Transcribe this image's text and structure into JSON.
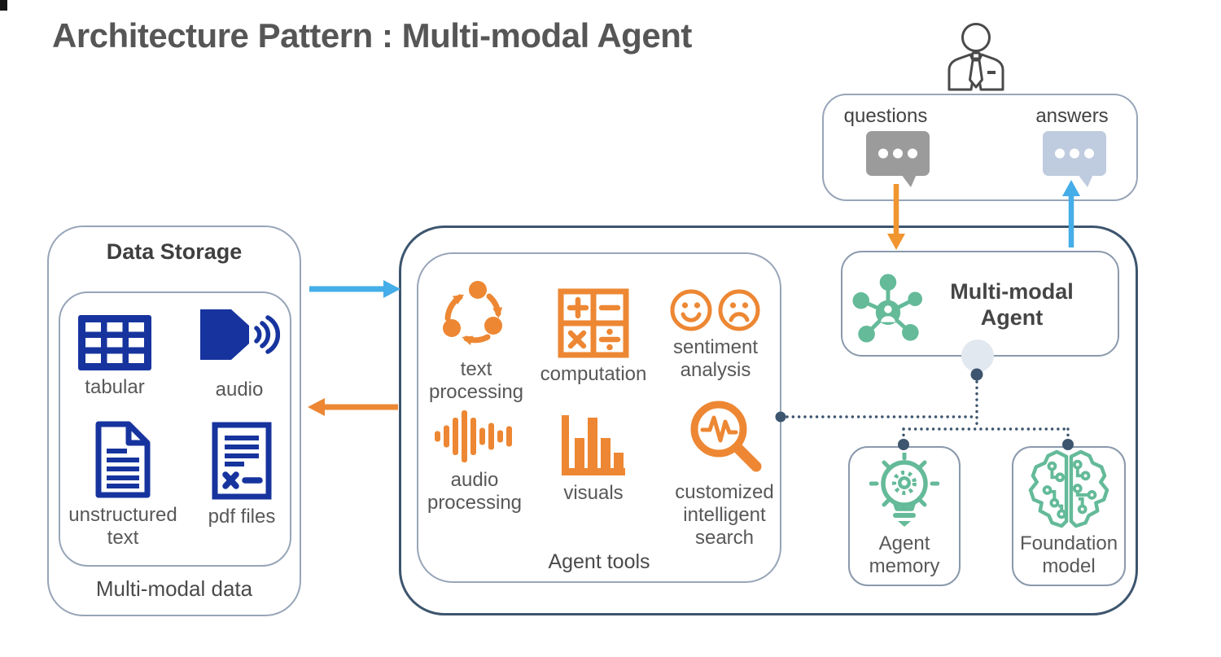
{
  "title": "Architecture Pattern : Multi-modal Agent",
  "user_flow": {
    "questions_label": "questions",
    "answers_label": "answers"
  },
  "data_storage": {
    "title": "Data Storage",
    "caption": "Multi-modal data",
    "items": [
      {
        "icon": "table-icon",
        "label": "tabular"
      },
      {
        "icon": "speaker-icon",
        "label": "audio"
      },
      {
        "icon": "document-icon",
        "label": "unstructured text"
      },
      {
        "icon": "pdf-file-icon",
        "label": "pdf files"
      }
    ]
  },
  "agent_core": {
    "tools": {
      "caption": "Agent tools",
      "items": [
        {
          "icon": "cycle-arrows-icon",
          "label": "text processing"
        },
        {
          "icon": "math-operations-icon",
          "label": "computation"
        },
        {
          "icon": "happy-sad-faces-icon",
          "label": "sentiment analysis"
        },
        {
          "icon": "waveform-icon",
          "label": "audio processing"
        },
        {
          "icon": "bar-chart-icon",
          "label": "visuals"
        },
        {
          "icon": "magnifier-pulse-icon",
          "label": "customized intelligent search"
        }
      ]
    },
    "agent": {
      "icon": "network-hub-icon",
      "label": "Multi-modal Agent"
    },
    "memory": {
      "icon": "lightbulb-gear-icon",
      "label": "Agent memory"
    },
    "foundation": {
      "icon": "brain-circuit-icon",
      "label": "Foundation model"
    }
  },
  "colors": {
    "navy": "#17349E",
    "orange": "#ED8733",
    "teal": "#64BA99",
    "arrow_blue": "#45ADE8",
    "dark_border": "#3D556E",
    "light_border": "#97A5B8",
    "bubble_gray": "#9B9B9B",
    "bubble_blue": "#BFCBDE",
    "label_gray": "#58585A",
    "title_gray": "#565656"
  }
}
